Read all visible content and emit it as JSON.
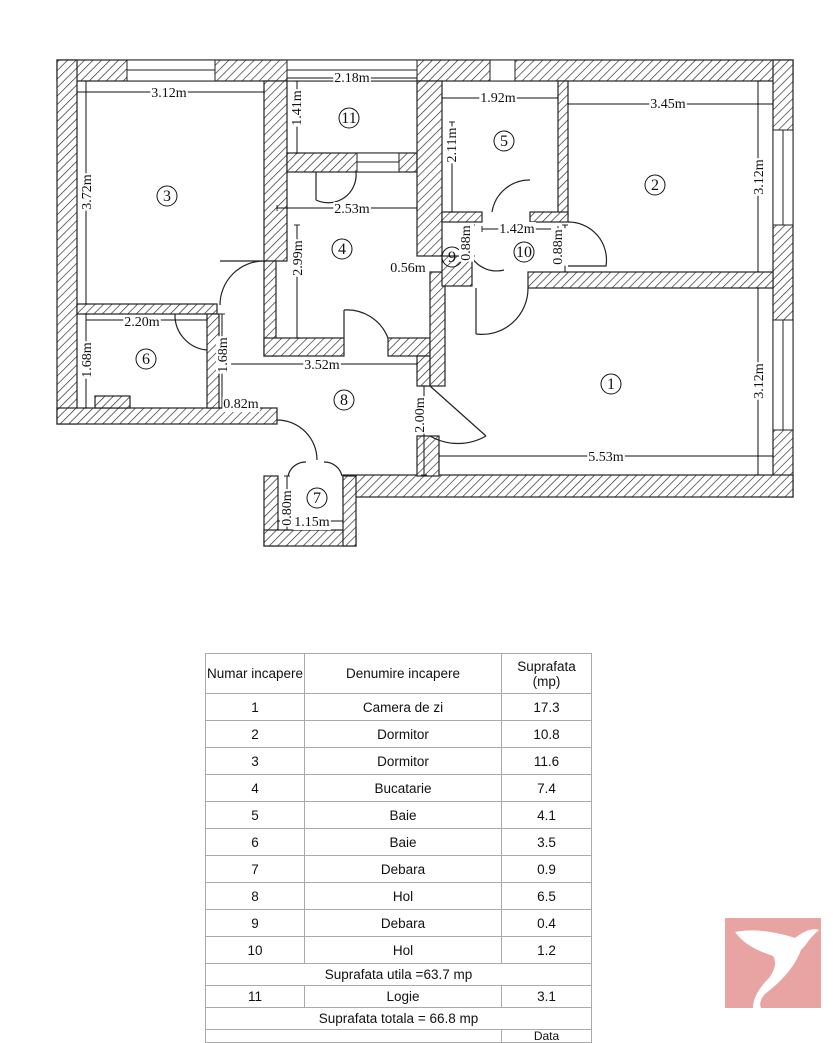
{
  "plan": {
    "rooms": [
      {
        "no": "1"
      },
      {
        "no": "2"
      },
      {
        "no": "3"
      },
      {
        "no": "4"
      },
      {
        "no": "5"
      },
      {
        "no": "6"
      },
      {
        "no": "7"
      },
      {
        "no": "8"
      },
      {
        "no": "9"
      },
      {
        "no": "10"
      },
      {
        "no": "11"
      }
    ],
    "dimensions": [
      "3.12m",
      "3.72m",
      "2.18m",
      "1.41m",
      "1.92m",
      "2.11m",
      "3.45m",
      "3.12m",
      "2.53m",
      "2.99m",
      "1.42m",
      "0.88m",
      "0.88m",
      "0.56m",
      "2.20m",
      "1.68m",
      "1.68m",
      "0.82m",
      "3.52m",
      "2.00m",
      "3.12m",
      "5.53m",
      "0.80m",
      "1.15m"
    ]
  },
  "table": {
    "headers": [
      "Numar incapere",
      "Denumire incapere",
      "Suprafata (mp)"
    ],
    "rows": [
      [
        "1",
        "Camera de zi",
        "17.3"
      ],
      [
        "2",
        "Dormitor",
        "10.8"
      ],
      [
        "3",
        "Dormitor",
        "11.6"
      ],
      [
        "4",
        "Bucatarie",
        "7.4"
      ],
      [
        "5",
        "Baie",
        "4.1"
      ],
      [
        "6",
        "Baie",
        "3.5"
      ],
      [
        "7",
        "Debara",
        "0.9"
      ],
      [
        "8",
        "Hol",
        "6.5"
      ],
      [
        "9",
        "Debara",
        "0.4"
      ],
      [
        "10",
        "Hol",
        "1.2"
      ]
    ],
    "useful_area": "Suprafata utila =63.7 mp",
    "extra_row": [
      "11",
      "Logie",
      "3.1"
    ],
    "total_area": "Suprafata totala = 66.8 mp",
    "cut_row_text": "Data"
  },
  "logo": {
    "icon": "bird-logo-icon",
    "color": "#e8a3a3"
  }
}
